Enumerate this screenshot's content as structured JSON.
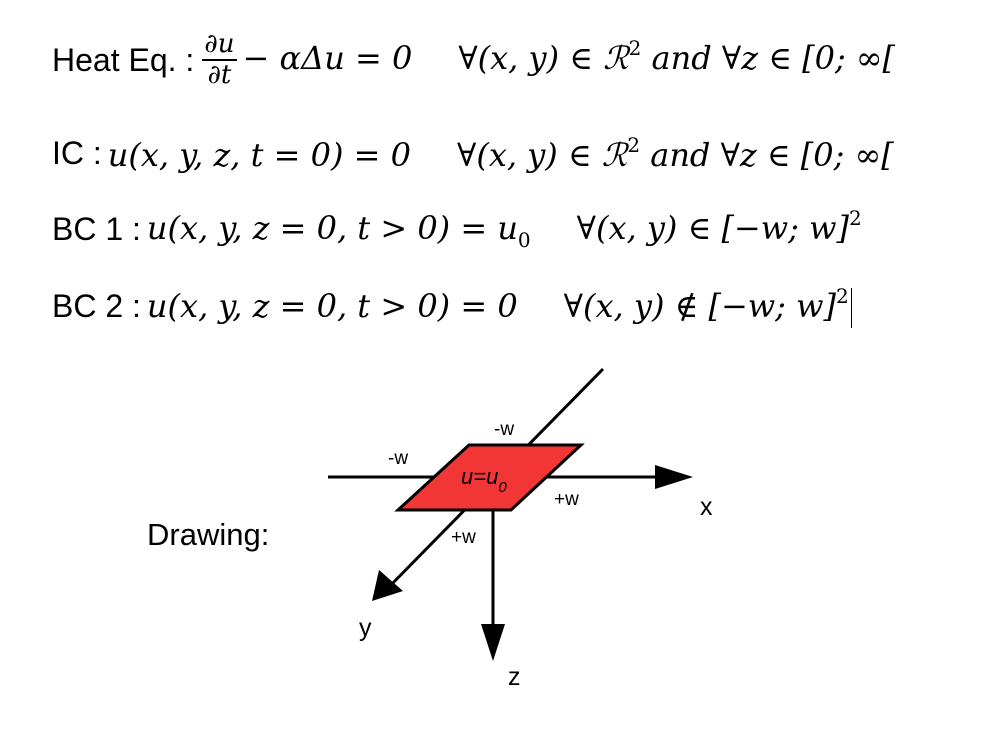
{
  "equations": {
    "heat": {
      "label": "Heat Eq. :",
      "frac_num": "∂u",
      "frac_den": "∂t",
      "body": "− αΔu = 0",
      "domain_pre": "∀(x, y) ∈ ",
      "domain_set": "ℛ",
      "domain_exp": "2",
      "domain_post": " and ∀z ∈ [0; ∞["
    },
    "ic": {
      "label": "IC :",
      "body": "u(x, y, z, t = 0) = 0",
      "domain_pre": "∀(x, y) ∈ ",
      "domain_set": "ℛ",
      "domain_exp": "2",
      "domain_post": " and ∀z ∈ [0; ∞["
    },
    "bc1": {
      "label": "BC 1 :",
      "body": "u(x, y, z = 0, t > 0) = u",
      "body_sub": "0",
      "domain": "∀(x, y) ∈ [−w; w]",
      "domain_exp": "2"
    },
    "bc2": {
      "label": "BC 2 :",
      "body": "u(x, y, z = 0, t > 0) = 0",
      "domain": "∀(x, y) ∉ [−w; w]",
      "domain_exp": "2"
    }
  },
  "drawing": {
    "label": "Drawing:",
    "plate": {
      "label_main": "u=u",
      "label_sub": "0",
      "fill_color": "#f23535"
    },
    "axes": {
      "x": "x",
      "y": "y",
      "z": "z"
    },
    "bounds": {
      "x_minus": "-w",
      "x_plus": "+w",
      "y_minus": "-w",
      "y_plus": "+w"
    }
  }
}
